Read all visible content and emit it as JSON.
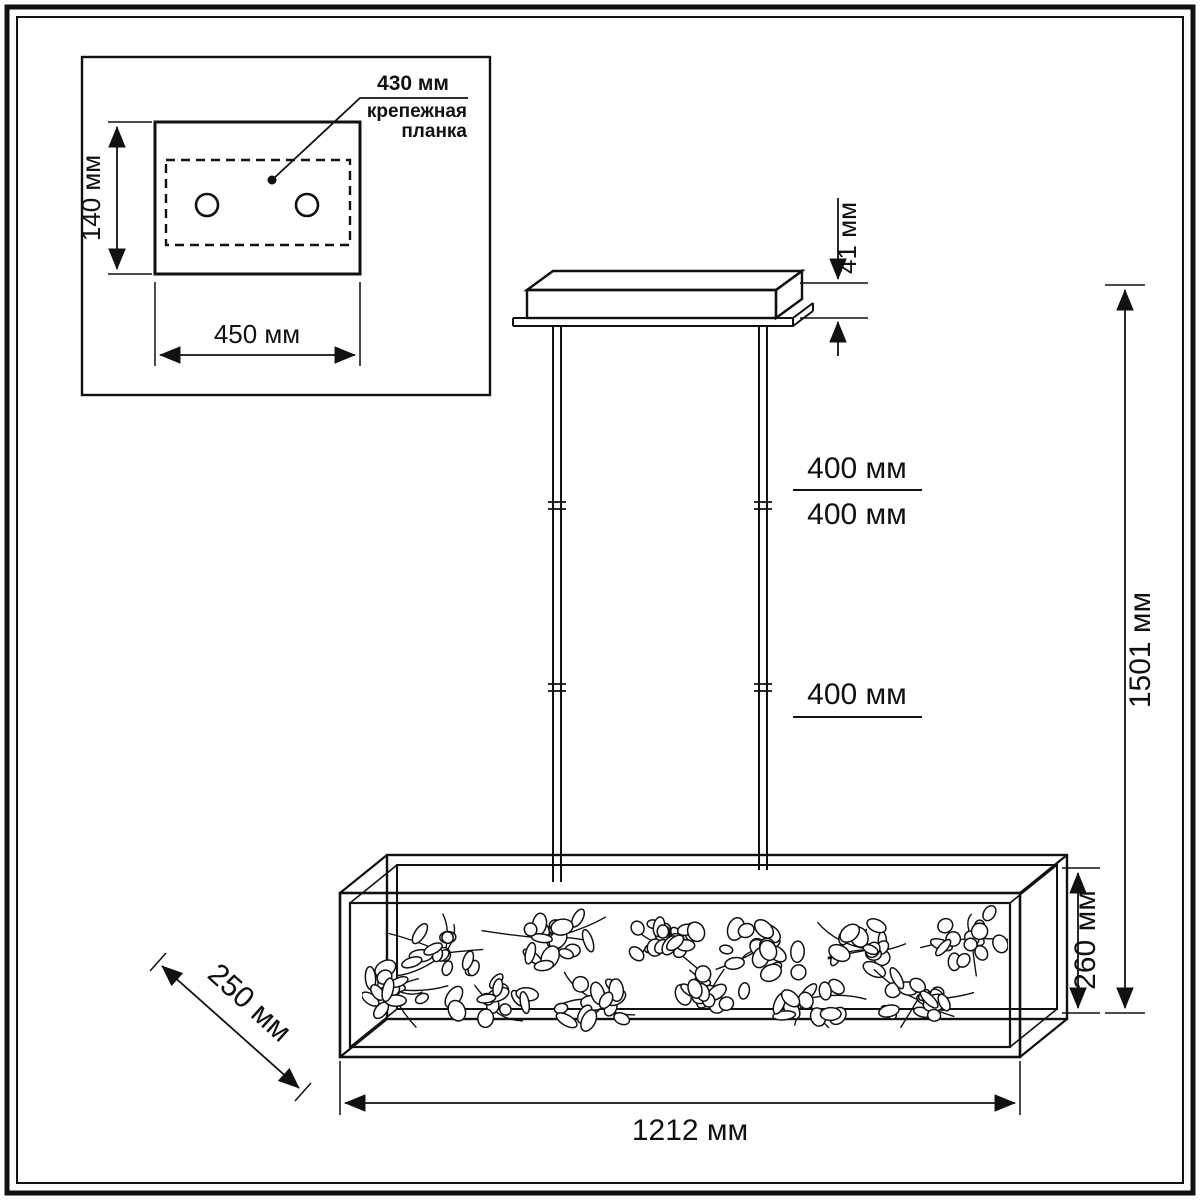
{
  "drawing": {
    "inset": {
      "plate_width": "430 мм",
      "plate_name_line1": "крепежная",
      "plate_name_line2": "планка",
      "height": "140 мм",
      "width": "450 мм"
    },
    "dims": {
      "canopy_height": "41 мм",
      "segment1": "400 мм",
      "segment2": "400 мм",
      "segment3": "400 мм",
      "total_height": "1501 мм",
      "body_height": "260 мм",
      "body_depth": "250 мм",
      "body_width": "1212 мм"
    }
  }
}
